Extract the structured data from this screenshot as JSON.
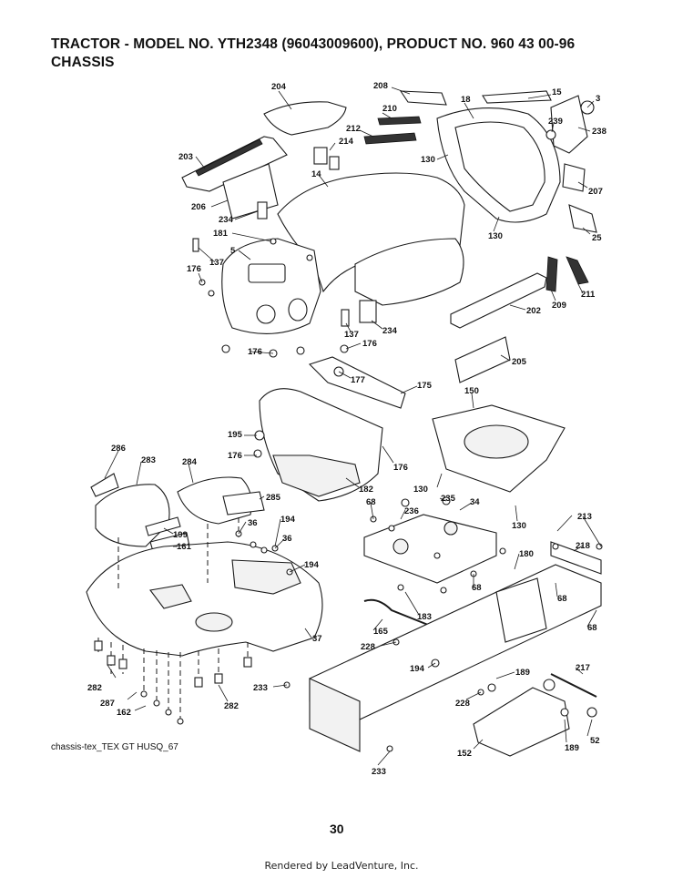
{
  "header": {
    "line1": "TRACTOR - MODEL NO. YTH2348 (96043009600), PRODUCT NO. 960 43 00-96",
    "line2": "CHASSIS"
  },
  "callouts": [
    "204",
    "208",
    "15",
    "3",
    "18",
    "210",
    "212",
    "214",
    "239",
    "238",
    "203",
    "130",
    "14",
    "207",
    "206",
    "234",
    "130",
    "25",
    "181",
    "5",
    "137",
    "176",
    "209",
    "211",
    "202",
    "137",
    "234",
    "176",
    "176",
    "177",
    "205",
    "175",
    "150",
    "195",
    "176",
    "176",
    "286",
    "283",
    "284",
    "182",
    "130",
    "285",
    "68",
    "235",
    "34",
    "236",
    "130",
    "36",
    "194",
    "199",
    "161",
    "36",
    "194",
    "213",
    "218",
    "180",
    "68",
    "183",
    "68",
    "165",
    "68",
    "37",
    "228",
    "194",
    "189",
    "217",
    "282",
    "287",
    "233",
    "228",
    "162",
    "282",
    "52",
    "189",
    "152",
    "233"
  ],
  "caption": "chassis-tex_TEX GT HUSQ_67",
  "page_number": "30",
  "footer": "Rendered by LeadVenture, Inc."
}
